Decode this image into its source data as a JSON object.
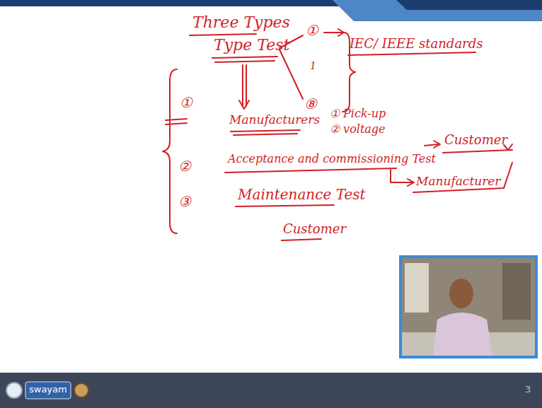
{
  "diagram": {
    "title": "Three Types",
    "labels": [
      "①",
      "Type Test",
      "①",
      "1",
      "⑧",
      "Manufacturers",
      "IEC/ IEEE standards",
      "① Pick-up",
      "② voltage",
      "②",
      "Acceptance and commissioning Test",
      "Customer",
      "Manufacturer",
      "③",
      "Maintenance Test",
      "Customer",
      "swayam",
      "3"
    ]
  }
}
